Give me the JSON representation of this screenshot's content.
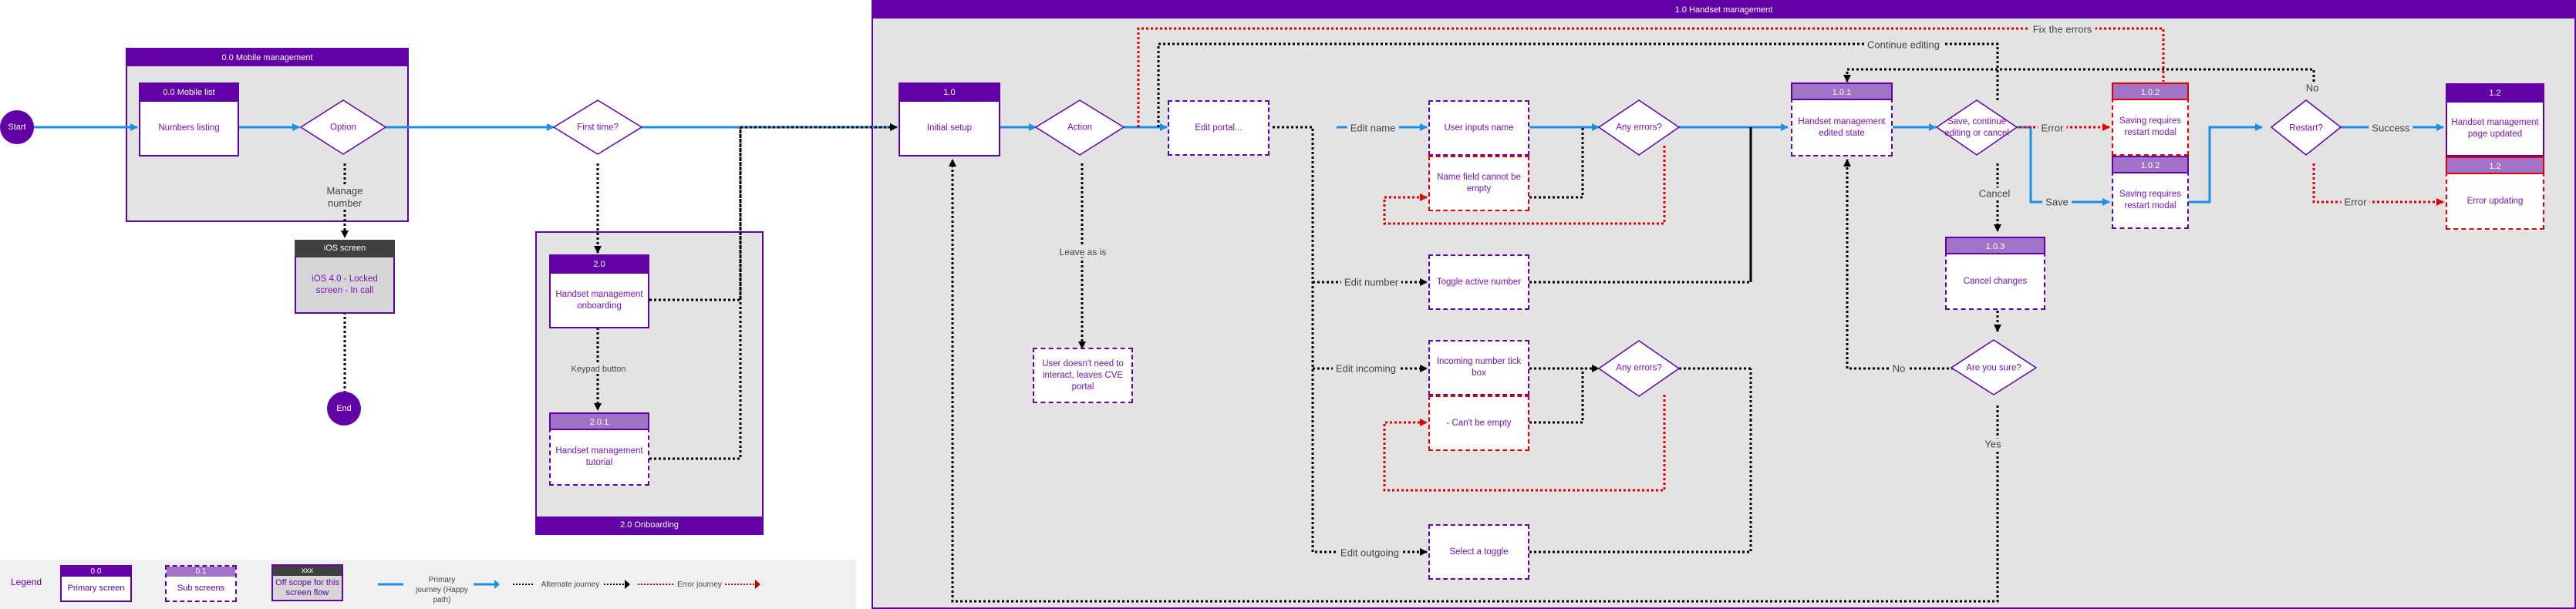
{
  "colors": {
    "brand_purple": "#6200a8",
    "sub_header": "#a272c6",
    "off_scope_header": "#404040",
    "primary_arrow": "#1a8fe8",
    "alternate_arrow": "#000000",
    "error_arrow": "#e00000",
    "group_bg": "#e3e3e3"
  },
  "terminals": {
    "start": "Start",
    "end": "End"
  },
  "groups": {
    "mobile_management": "0.0 Mobile management",
    "onboarding": "2.0 Onboarding",
    "handset_management": "1.0 Handset management"
  },
  "nodes": {
    "mobile_list": {
      "id": "0.0 Mobile list",
      "text": "Numbers listing"
    },
    "option": {
      "text": "Option"
    },
    "ios_screen": {
      "id": "iOS screen",
      "text": "iOS 4.0 - Locked screen - In call"
    },
    "first_time": {
      "text": "First time?"
    },
    "onboarding": {
      "id": "2.0",
      "text": "Handset management onboarding"
    },
    "tutorial": {
      "id": "2.0.1",
      "text": "Handset management tutorial"
    },
    "initial_setup": {
      "id": "1.0",
      "text": "Initial setup"
    },
    "action": {
      "text": "Action"
    },
    "edit_portal": {
      "text": "Edit portal..."
    },
    "leave": {
      "text": "User doesn't need to interact, leaves CVE portal"
    },
    "user_inputs_name": {
      "text": "User inputs name"
    },
    "name_empty": {
      "text": "Name field cannot be empty"
    },
    "any_errors_1": {
      "text": "Any errors?"
    },
    "toggle_active": {
      "text": "Toggle active number"
    },
    "incoming_tick": {
      "text": "Incoming number tick box"
    },
    "cant_be_empty": {
      "text": "- Can't be empty"
    },
    "any_errors_2": {
      "text": "Any errors?"
    },
    "select_toggle": {
      "text": "Select a toggle"
    },
    "edited_state": {
      "id": "1.0.1",
      "text": "Handset management edited state"
    },
    "save_continue_cancel": {
      "text": "Save, continue editing or cancel"
    },
    "cancel_changes": {
      "id": "1.0.3",
      "text": "Cancel changes"
    },
    "are_you_sure": {
      "text": "Are you sure?"
    },
    "restart_modal_error": {
      "id": "1.0.2",
      "text": "Saving requires restart modal"
    },
    "restart_modal_save": {
      "id": "1.0.2",
      "text": "Saving requires restart modal"
    },
    "restart": {
      "text": "Restart?"
    },
    "page_updated": {
      "id": "1.2",
      "text": "Handset management page updated"
    },
    "error_updating": {
      "id": "1.2",
      "text": "Error updating"
    }
  },
  "edge_labels": {
    "manage_number": "Manage number",
    "keypad_button": "Keypad button",
    "leave_as_is": "Leave as is",
    "edit_name": "Edit name",
    "edit_number": "Edit number",
    "edit_incoming": "Edit incoming",
    "edit_outgoing": "Edit outgoing",
    "fix_errors": "Fix the errors",
    "continue_editing": "Continue editing",
    "error": "Error",
    "save": "Save",
    "cancel": "Cancel",
    "no": "No",
    "yes": "Yes",
    "no_restart": "No",
    "success": "Success",
    "restart_error": "Error"
  },
  "legend": {
    "title": "Legend",
    "primary": {
      "id": "0.0",
      "text": "Primary screen"
    },
    "sub": {
      "id": "0.1",
      "text": "Sub screens"
    },
    "off": {
      "id": "xxx",
      "text": "Off scope for this screen flow"
    },
    "primary_journey": "Primary journey (Happy path)",
    "alternate_journey": "Alternate journey",
    "error_journey": "Error journey"
  }
}
